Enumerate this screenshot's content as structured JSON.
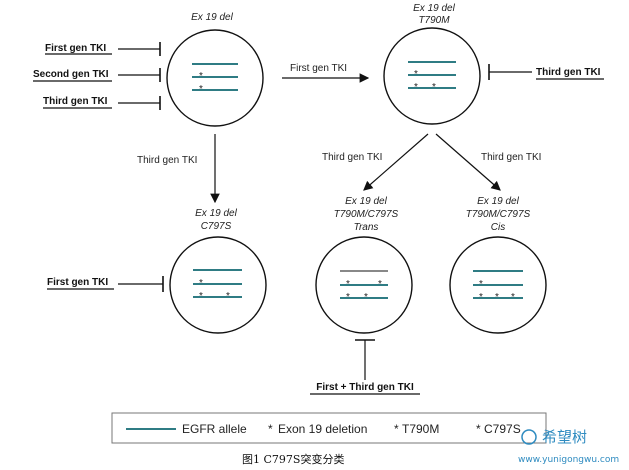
{
  "colors": {
    "allele": "#2f7c84",
    "ink": "#111111",
    "asterisk": "#333333",
    "watermark": "#2e8bc0"
  },
  "cells": {
    "top_left": {
      "title_line1": "Ex 19 del"
    },
    "top_right": {
      "title_line1": "Ex 19 del",
      "title_line2": "T790M"
    },
    "mid_left": {
      "title_line1": "Ex 19 del",
      "title_line2": "C797S"
    },
    "mid_center": {
      "title_line1": "Ex 19 del",
      "title_line2": "T790M/C797S",
      "title_line3": "Trans"
    },
    "mid_right": {
      "title_line1": "Ex 19 del",
      "title_line2": "T790M/C797S",
      "title_line3": "Cis"
    }
  },
  "inhibitors": {
    "first_gen": "First gen TKI",
    "second_gen": "Second gen TKI",
    "third_gen": "Third gen TKI",
    "first_gen_mid": "First gen TKI",
    "third_gen_right": "Third gen TKI",
    "combo": "First + Third gen TKI"
  },
  "arrows": {
    "first_gen_arrow": "First gen TKI",
    "third_gen_down": "Third gen TKI",
    "third_gen_left": "Third gen TKI",
    "third_gen_right": "Third gen TKI"
  },
  "legend": {
    "allele": "EGFR allele",
    "asterisk": "*",
    "exon19": "Exon 19 deletion",
    "t790m": "T790M",
    "c797s": "C797S"
  },
  "caption": "图1 C797S突变分类",
  "watermark": {
    "brand": "希望树",
    "url": "www.yunigongwu.com"
  }
}
